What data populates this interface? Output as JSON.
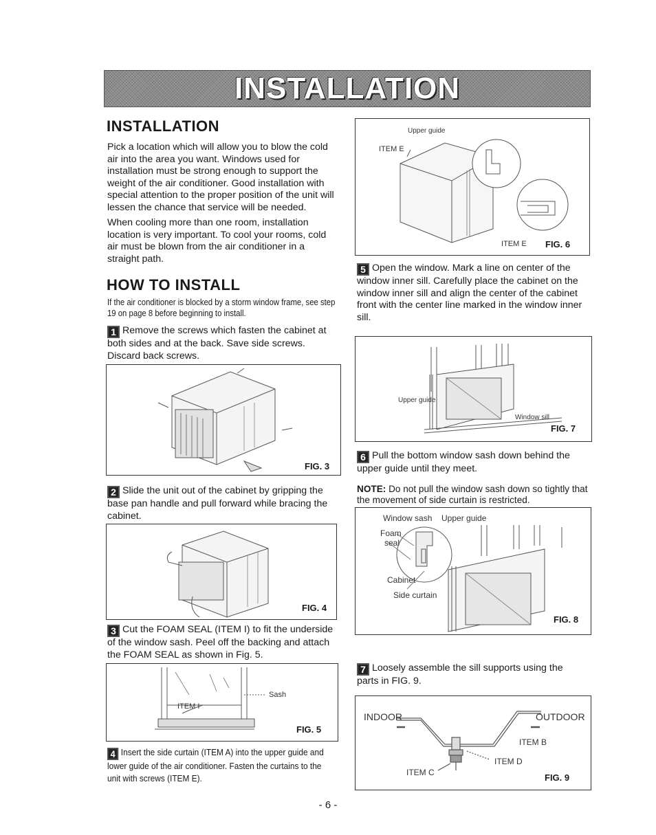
{
  "banner": {
    "title": "INSTALLATION"
  },
  "installation": {
    "heading": "INSTALLATION",
    "para1": "Pick a location which will allow you to blow the cold air into the area you want. Windows used for installation must be strong enough to support the weight of the air conditioner. Good installation with special attention to the proper position of the unit will lessen the chance that service will be needed.",
    "para2": "When cooling more than one room, installation location is very important. To cool your rooms, cold air must be blown from the air conditioner in a straight path."
  },
  "how_to_install": {
    "heading": "HOW TO INSTALL",
    "note": "If the air conditioner is blocked by a storm window frame, see step 19 on page 8 before beginning to install."
  },
  "steps": [
    {
      "num": "1",
      "text": "Remove the screws which fasten the cabinet at both sides and at the back. Save side screws. Discard back screws."
    },
    {
      "num": "2",
      "text": "Slide the unit out of the cabinet by gripping the base pan handle and pull forward while bracing the cabinet."
    },
    {
      "num": "3",
      "text": "Cut the FOAM SEAL (ITEM I) to fit the underside of the window sash. Peel off the backing and attach the FOAM SEAL as shown in Fig. 5."
    },
    {
      "num": "4",
      "text": "Insert the side curtain (ITEM A) into the upper guide and lower guide of the air conditioner. Fasten the curtains to the unit with screws (ITEM E)."
    },
    {
      "num": "5",
      "text": "Open the window. Mark a line on center of the window inner sill. Carefully place the cabinet on the window inner sill and align the center of the cabinet front with the center line marked in the window inner sill."
    },
    {
      "num": "6",
      "text": "Pull the bottom window sash down behind the upper guide until they meet."
    },
    {
      "num": "7",
      "text": "Loosely assemble the sill supports using the parts in FIG. 9."
    }
  ],
  "note": {
    "label": "NOTE:",
    "text": "Do not pull the window sash down so tightly that the movement of side curtain is restricted."
  },
  "figures": {
    "fig3": {
      "label": "FIG. 3"
    },
    "fig4": {
      "label": "FIG. 4"
    },
    "fig5": {
      "label": "FIG. 5",
      "item_i": "ITEM I",
      "sash": "Sash"
    },
    "fig6": {
      "label": "FIG. 6",
      "upper_guide": "Upper guide",
      "item_e_top": "ITEM E",
      "item_e_bottom": "ITEM E"
    },
    "fig7": {
      "label": "FIG. 7",
      "upper_guide": "Upper guide",
      "window_sill": "Window sill"
    },
    "fig8": {
      "label": "FIG. 8",
      "window_sash": "Window sash",
      "upper_guide": "Upper guide",
      "foam": "Foam",
      "seal": "seal",
      "cabinet": "Cabinet",
      "side_curtain": "Side curtain"
    },
    "fig9": {
      "label": "FIG. 9",
      "indoor": "INDOOR",
      "outdoor": "OUTDOOR",
      "item_b": "ITEM B",
      "item_c": "ITEM C",
      "item_d": "ITEM D"
    }
  },
  "page_number": "- 6 -"
}
